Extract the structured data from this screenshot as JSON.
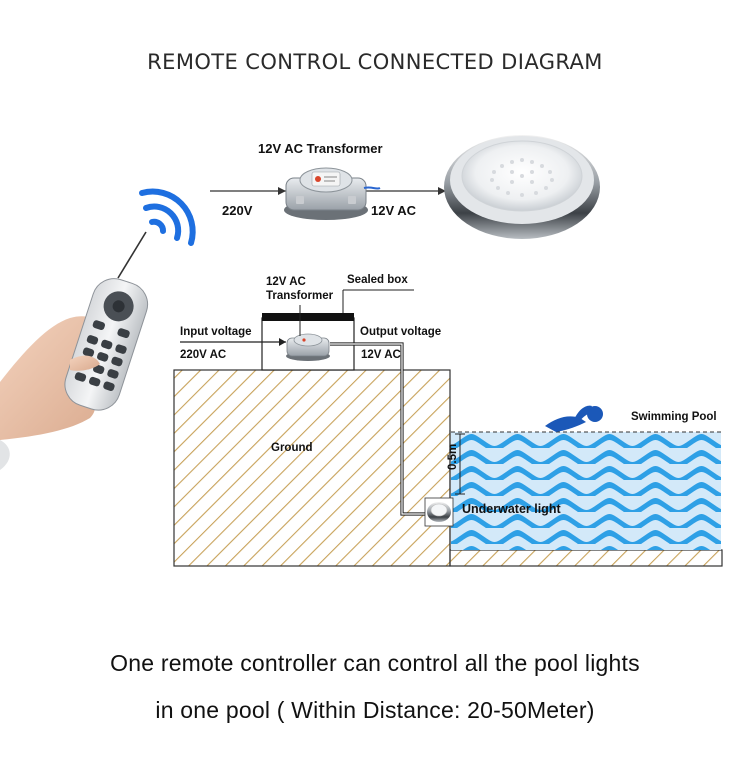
{
  "title": "REMOTE CONTROL CONNECTED DIAGRAM",
  "top_diagram": {
    "transformer_label": "12V AC Transformer",
    "input_label": "220V",
    "output_label": "12V AC"
  },
  "install_diagram": {
    "transformer_label_line1": "12V AC",
    "transformer_label_line2": "Transformer",
    "sealed_box_label": "Sealed box",
    "input_voltage_label": "Input voltage",
    "input_value": "220V AC",
    "output_voltage_label": "Output voltage",
    "output_value": "12V AC",
    "ground_label": "Ground",
    "pool_label": "Swimming Pool",
    "depth_label": "0.5m",
    "light_label": "Underwater light"
  },
  "caption": {
    "line1": "One remote controller can control all the pool lights",
    "line2": "in one pool ( Within Distance: 20-50Meter)"
  },
  "colors": {
    "ground_hatch": "#c8a25a",
    "water_light": "#cfe7f8",
    "water_wave": "#2ea0e6",
    "signal_blue": "#1e6fe0",
    "swimmer_blue": "#1b58b8"
  }
}
